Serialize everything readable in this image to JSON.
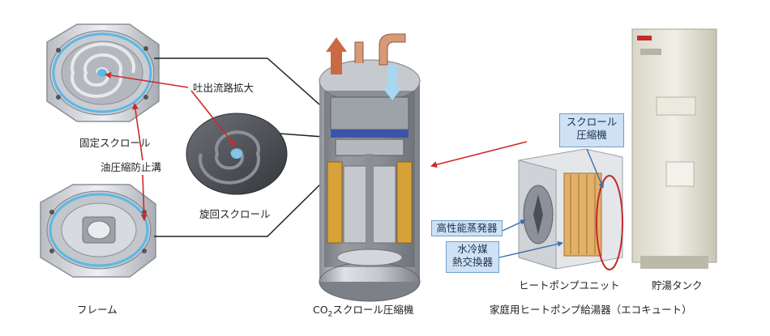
{
  "labels": {
    "fixed_scroll": "固定スクロール",
    "oil_groove": "油圧縮防止溝",
    "frame": "フレーム",
    "discharge": "吐出流路拡大",
    "orbiting_scroll": "旋回スクロール",
    "compressor_prefix": "CO",
    "compressor_sub": "2",
    "compressor_suffix": "スクロール圧縮機",
    "scroll_comp_line1": "スクロール",
    "scroll_comp_line2": "圧縮機",
    "evaporator": "高性能蒸発器",
    "hx_line1": "水冷媒",
    "hx_line2": "熱交換器",
    "heat_pump_unit": "ヒートポンプユニット",
    "tank": "貯湯タンク",
    "system": "家庭用ヒートポンプ給湯器（エコキュート）"
  },
  "colors": {
    "arrow_red": "#cc2a2a",
    "callout_fill": "#cfe1f3",
    "callout_border": "#6f9fcb",
    "scroll_ring": "#5ab8e6",
    "pipe_copper": "#d79a78"
  }
}
